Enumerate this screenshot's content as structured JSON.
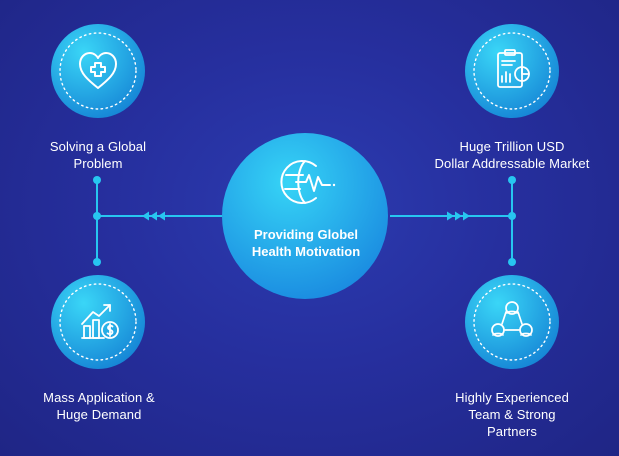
{
  "center": {
    "icon": "globe-pulse-icon",
    "lines": [
      "Providing Globel",
      "Health Motivation"
    ]
  },
  "nodes": [
    {
      "id": "top-left",
      "icon": "heart-plus-icon",
      "lines": [
        "Solving a Global",
        "Problem"
      ]
    },
    {
      "id": "top-right",
      "icon": "report-chart-icon",
      "lines": [
        "Huge Trillion USD",
        "Dollar Addressable Market"
      ]
    },
    {
      "id": "bottom-left",
      "icon": "growth-dollar-icon",
      "lines": [
        "Mass Application &",
        "Huge Demand"
      ]
    },
    {
      "id": "bottom-right",
      "icon": "team-network-icon",
      "lines": [
        "Highly Experienced",
        "Team & Strong",
        "Partners"
      ]
    }
  ],
  "colors": {
    "background": "#262f9e",
    "accent": "#27c6f0",
    "circle_light": "#2fd0f6",
    "circle_dark": "#1a87d8"
  }
}
